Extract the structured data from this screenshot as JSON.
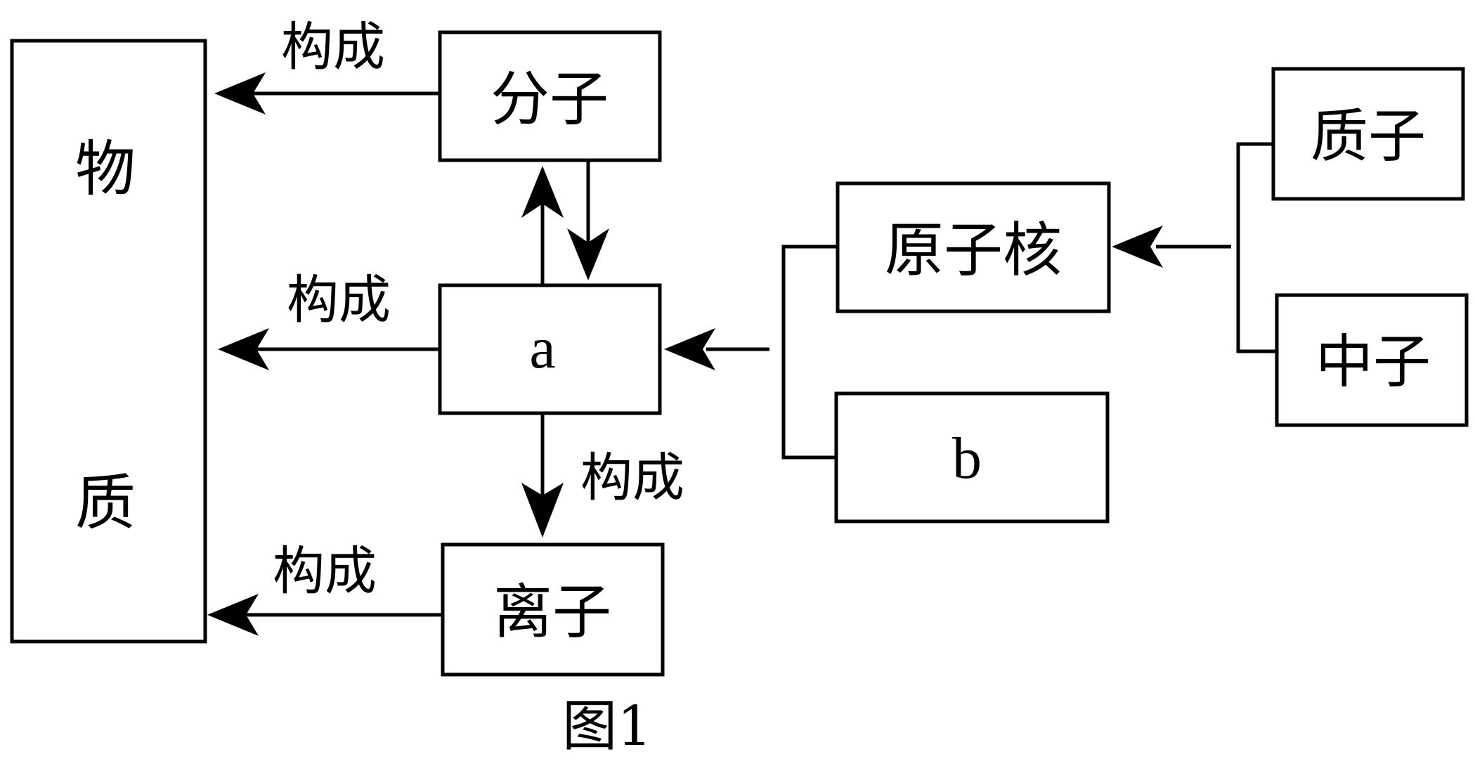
{
  "nodes": {
    "matter_top": "物",
    "matter_bottom": "质",
    "molecule": "分子",
    "a": "a",
    "ion": "离子",
    "nucleus": "原子核",
    "b": "b",
    "proton": "质子",
    "neutron": "中子"
  },
  "edges": {
    "molecule_to_matter": "构成",
    "a_to_matter": "构成",
    "a_to_ion": "构成",
    "ion_to_matter": "构成"
  },
  "caption": "图1",
  "colors": {
    "stroke": "#000000",
    "background": "#ffffff"
  }
}
